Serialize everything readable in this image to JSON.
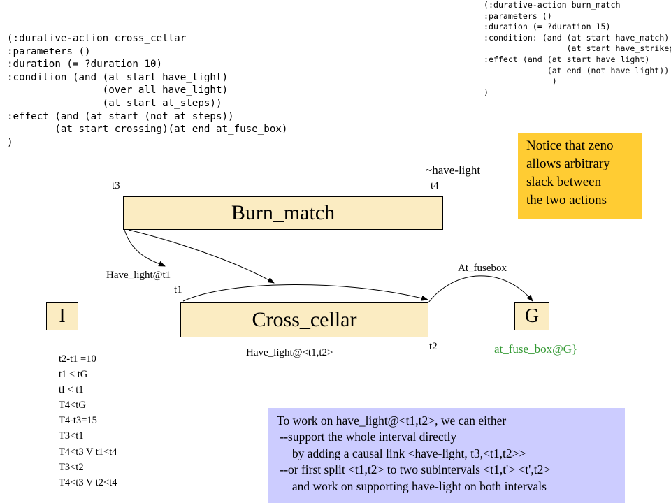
{
  "code_left": {
    "lines": [
      "(:durative-action cross_cellar",
      ":parameters ()",
      ":duration (= ?duration 10)",
      ":condition (and (at start have_light)",
      "                (over all have_light)",
      "                (at start at_steps))",
      ":effect (and (at start (not at_steps))",
      "        (at start crossing)(at end at_fuse_box)",
      ")"
    ]
  },
  "code_right": {
    "lines": [
      "(:durative-action burn_match",
      ":parameters ()",
      ":duration (= ?duration 15)",
      ":condition: (and (at start have_match)",
      "                 (at start have_strikepad))",
      ":effect (and (at start have_light)",
      "             (at end (not have_light))",
      "              )",
      ")"
    ]
  },
  "diagram": {
    "burn_match": "Burn_match",
    "cross_cellar": "Cross_cellar",
    "init": "I",
    "goal": "G",
    "t3": "t3",
    "t4": "t4",
    "t1": "t1",
    "t2": "t2",
    "not_have_light": "~have-light",
    "have_light_t1": "Have_light@t1",
    "at_fusebox": "At_fusebox",
    "have_light_interval": "Have_light@<t1,t2>",
    "at_fuse_box_g": "at_fuse_box@G}"
  },
  "notice": {
    "lines": [
      "Notice that zeno",
      "allows arbitrary",
      "slack between",
      "the two actions"
    ]
  },
  "constraints": {
    "lines": [
      "t2-t1 =10",
      "t1 < tG",
      "tI < t1",
      "T4<tG",
      "T4-t3=15",
      "T3<t1",
      "T4<t3 V t1<t4",
      "T3<t2",
      "T4<t3 V t2<t4"
    ]
  },
  "info": {
    "lines": [
      "To work on have_light@<t1,t2>, we can either",
      " --support the whole interval directly",
      "     by adding a causal link <have-light, t3,<t1,t2>>",
      " --or first split <t1,t2> to two subintervals <t1,t'> <t',t2>",
      "     and work on supporting have-light on both intervals"
    ]
  },
  "colors": {
    "action_box": "#fbecc2",
    "notice_bg": "#ffcc33",
    "info_bg": "#ccccff",
    "goal_text": "#339933"
  }
}
